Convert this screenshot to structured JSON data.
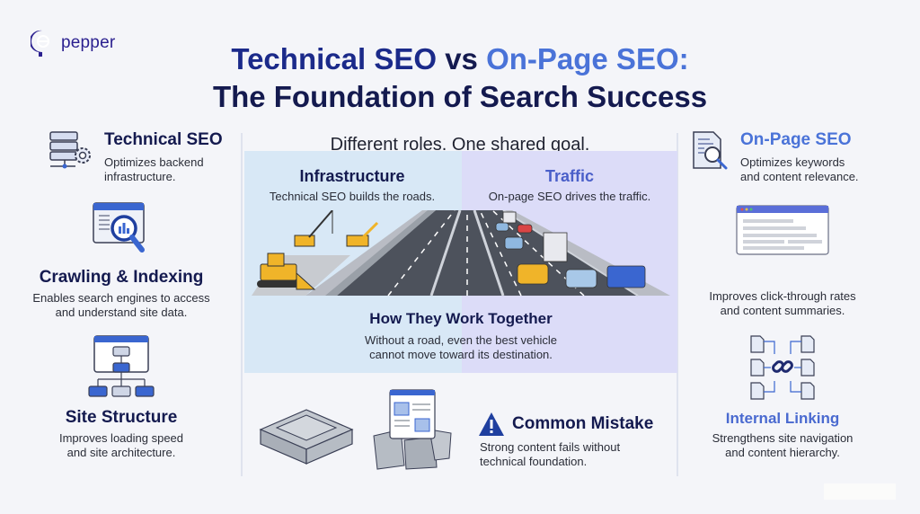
{
  "brand": {
    "name": "pepper",
    "color": "#2a1f8f"
  },
  "header": {
    "title_part1": "Technical SEO",
    "title_vs": "vs",
    "title_part2": "On-Page SEO:",
    "title_line2": "The Foundation of Search Success",
    "subtitle": "Different roles. One shared goal."
  },
  "left_column": {
    "technical_seo": {
      "title": "Technical SEO",
      "desc": "Optimizes backend infrastructure.",
      "icon": "server-gear-icon"
    },
    "crawling": {
      "title": "Crawling & Indexing",
      "desc_line1": "Enables search engines to access",
      "desc_line2": "and understand site data.",
      "icon": "browser-magnifier-chart-icon"
    },
    "structure": {
      "title": "Site Structure",
      "desc_line1": "Improves loading speed",
      "desc_line2": "and site architecture.",
      "icon": "sitemap-icon"
    }
  },
  "center": {
    "infrastructure": {
      "title": "Infrastructure",
      "desc": "Technical SEO builds the roads."
    },
    "traffic": {
      "title": "Traffic",
      "desc": "On-page SEO drives the traffic."
    },
    "illustration": "highway-construction-and-traffic",
    "together": {
      "title": "How They Work Together",
      "desc_line1": "Without a road, even the best vehicle",
      "desc_line2": "cannot move toward its destination."
    },
    "mistake": {
      "title": "Common Mistake",
      "desc_line1": "Strong content fails without",
      "desc_line2": "technical foundation.",
      "icon": "warning-icon"
    }
  },
  "right_column": {
    "onpage_seo": {
      "title": "On-Page SEO",
      "desc_line1": "Optimizes keywords",
      "desc_line2": "and content relevance.",
      "icon": "document-magnifier-icon"
    },
    "ctr": {
      "desc_line1": "Improves click-through rates",
      "desc_line2": "and content summaries.",
      "icon": "search-snippet-icon"
    },
    "linking": {
      "title": "Internal Linking",
      "desc_line1": "Strengthens site navigation",
      "desc_line2": "and content hierarchy.",
      "icon": "linked-documents-icon"
    }
  },
  "colors": {
    "navy": "#141a4f",
    "technical_blue": "#1b2a8a",
    "onpage_blue": "#4a73d8",
    "panel_left_bg": "#d8e8f6",
    "panel_right_bg": "#dcdcf8"
  }
}
